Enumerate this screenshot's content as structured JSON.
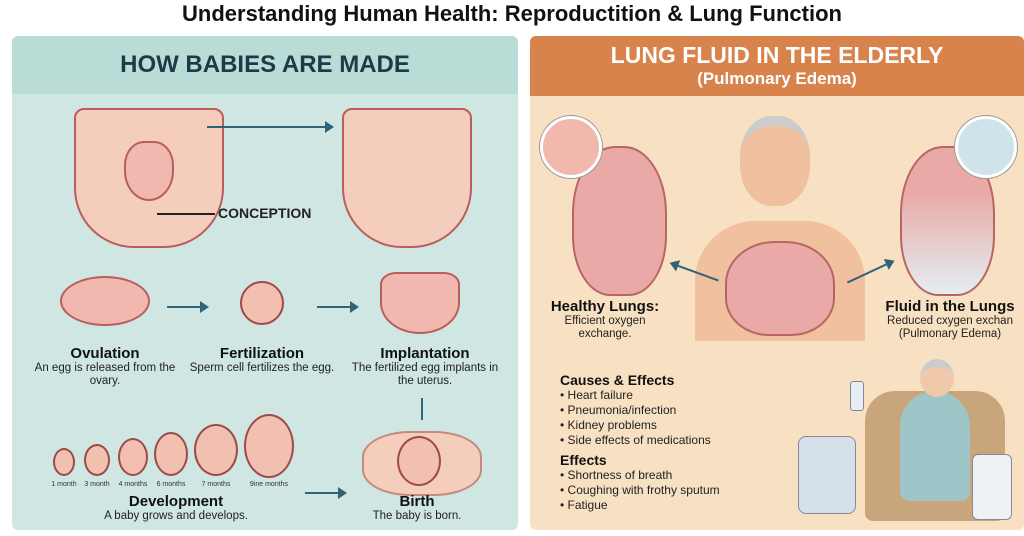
{
  "title": "Understanding Human Health:  Reproductition  & Lung Function",
  "left": {
    "heading": "HOW BABIES ARE MADE",
    "conception_label": "CONCEPTION",
    "steps": [
      {
        "title": "Ovulation",
        "desc": "An egg is released from the ovary."
      },
      {
        "title": "Fertilization",
        "desc": "Sperm cell fertilizes the egg."
      },
      {
        "title": "Implantation",
        "desc": "The fertilized egg implants in the uterus."
      },
      {
        "title": "Development",
        "desc": "A baby grows and develops."
      },
      {
        "title": "Birth",
        "desc": "The baby is born."
      }
    ],
    "months": [
      "1 month",
      "3 month",
      "4 months",
      "6 months",
      "7 months",
      "9ine months"
    ]
  },
  "right": {
    "heading": "LUNG FLUID IN THE ELDERLY",
    "subheading": "(Pulmonary Edema)",
    "healthy": {
      "title": "Healthy Lungs:",
      "desc": "Efficient oxygen exchange."
    },
    "fluid": {
      "title": "Fluid in the Lungs",
      "desc": "Reduced cxygen exchan (Pulmonary Edema)"
    },
    "causes_title": "Causes & Effects",
    "causes": [
      "Heart failure",
      "Pneumonia/infection",
      "Kidney problems",
      "Side effects of medications"
    ],
    "effects_title": "Effects",
    "effects": [
      "Shortness of breath",
      "Coughing with frothy sputum",
      "Fatigue"
    ]
  },
  "colors": {
    "left_bg": "#cfe6e2",
    "right_bg": "#f8e0c2",
    "right_header": "#d8834c",
    "arrow": "#2f6478"
  }
}
